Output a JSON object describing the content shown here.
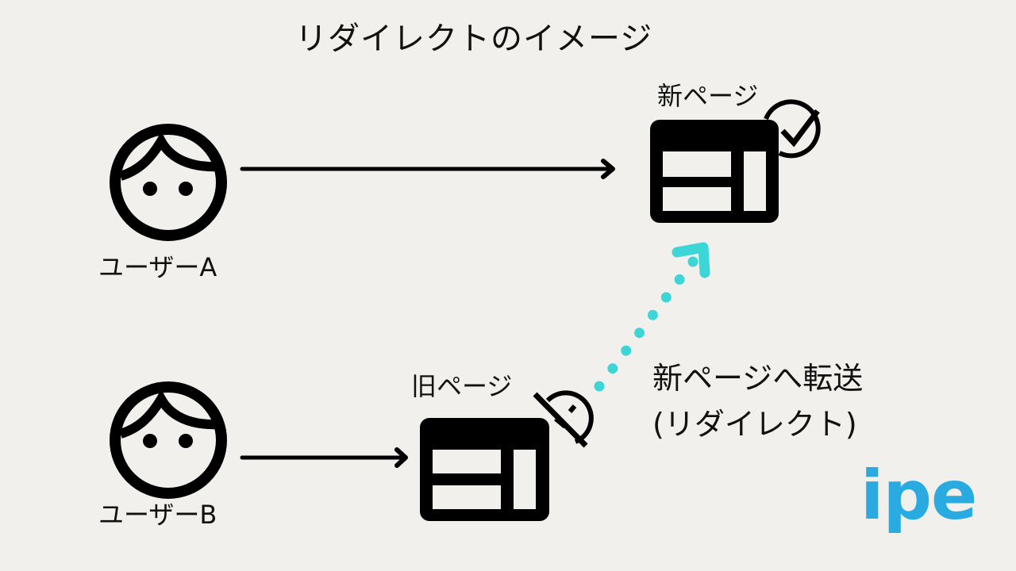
{
  "title": "リダイレクトのイメージ",
  "users": [
    {
      "label": "ユーザーA",
      "icon": "user-face-icon"
    },
    {
      "label": "ユーザーB",
      "icon": "user-face-icon"
    }
  ],
  "pages": {
    "new": {
      "label": "新ページ",
      "icon": "webpage-icon",
      "badge": "check-circle-icon"
    },
    "old": {
      "label": "旧ページ",
      "icon": "webpage-icon",
      "badge": "disconnected-icon"
    }
  },
  "redirect": {
    "line1": "新ページへ転送",
    "line2": "(リダイレクト)",
    "arrow_style": "dotted",
    "color": "#3dd6d6"
  },
  "logo": {
    "text": "ipe",
    "color": "#29aae1"
  },
  "colors": {
    "background": "#f1f0ec",
    "ink": "#000000"
  }
}
